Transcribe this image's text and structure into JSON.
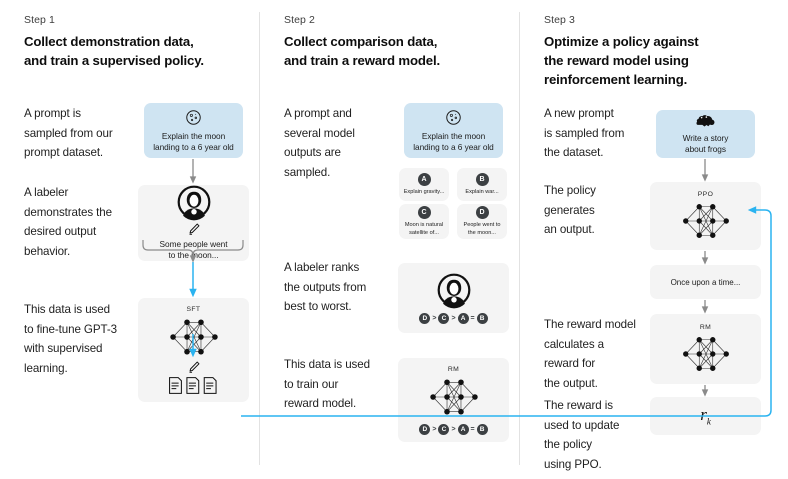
{
  "steps": [
    {
      "label": "Step 1",
      "title": "Collect demonstration data,\nand train a supervised policy.",
      "paragraphs": [
        "A prompt is\nsampled from our\nprompt dataset.",
        "A labeler\ndemonstrates the\ndesired output\nbehavior.",
        "This data is used\nto fine-tune GPT-3\nwith supervised\nlearning."
      ],
      "prompt_card": {
        "icon": "moon-icon",
        "text": "Explain the moon\nlanding to a 6 year old"
      },
      "labeler_card": {
        "icon": "labeler-avatar-icon",
        "text": "Some people went\nto the moon..."
      },
      "model_card": {
        "net_label": "SFT",
        "icon": "documents-icon"
      }
    },
    {
      "label": "Step 2",
      "title": "Collect comparison data,\nand train a reward model.",
      "paragraphs": [
        "A prompt and\nseveral model\noutputs are\nsampled.",
        "A labeler ranks\nthe outputs from\nbest to worst.",
        "This data is used\nto train our\nreward model."
      ],
      "prompt_card": {
        "icon": "moon-icon",
        "text": "Explain the moon\nlanding to a 6 year old"
      },
      "outputs": [
        {
          "badge": "A",
          "text": "Explain gravity..."
        },
        {
          "badge": "B",
          "text": "Explain war..."
        },
        {
          "badge": "C",
          "text": "Moon is natural\nsatellite of..."
        },
        {
          "badge": "D",
          "text": "People went to\nthe moon..."
        }
      ],
      "ranking": [
        {
          "badge": "D",
          "op": ">"
        },
        {
          "badge": "C",
          "op": ">"
        },
        {
          "badge": "A",
          "op": "="
        },
        {
          "badge": "B",
          "op": ""
        }
      ],
      "labeler_card": {
        "icon": "labeler-avatar-icon"
      },
      "model_card": {
        "net_label": "RM"
      }
    },
    {
      "label": "Step 3",
      "title": "Optimize a policy against\nthe reward model using\nreinforcement learning.",
      "paragraphs": [
        "A new prompt\nis sampled from\nthe dataset.",
        "The policy\ngenerates\nan output.",
        "The reward model\ncalculates a\nreward for\nthe output.",
        "The reward is\nused to update\nthe policy\nusing PPO."
      ],
      "prompt_card": {
        "icon": "frog-icon",
        "text": "Write a story\nabout frogs"
      },
      "policy_card": {
        "net_label": "PPO"
      },
      "output_card": {
        "text": "Once upon a time..."
      },
      "reward_model_card": {
        "net_label": "RM"
      },
      "reward_card": {
        "symbol": "r",
        "subscript": "k"
      }
    }
  ],
  "colors": {
    "blue_card": "#cfe4f2",
    "grey_card": "#f4f4f4",
    "arrow_grey": "#8a8a8a",
    "arrow_blue": "#2ab3f0",
    "divider": "#e2e2e2",
    "text": "#1a1a1a"
  }
}
